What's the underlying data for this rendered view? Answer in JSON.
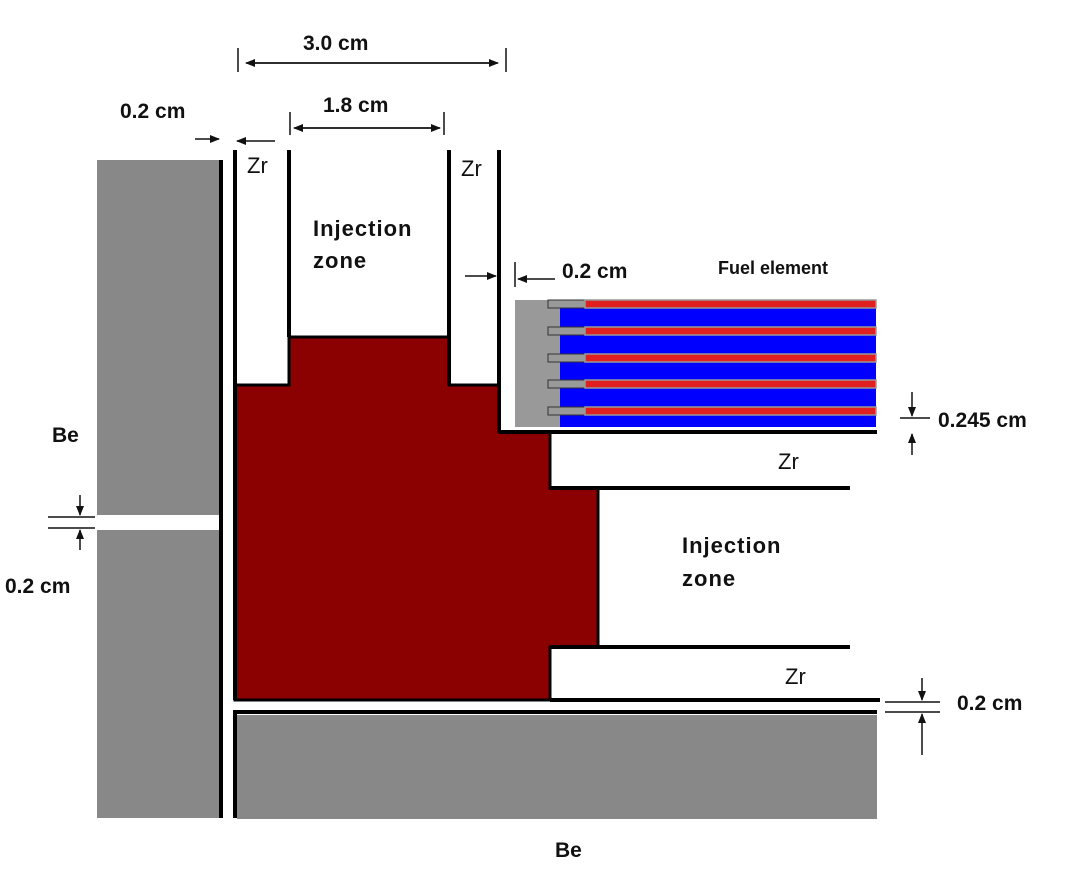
{
  "colors": {
    "beryllium": "#888888",
    "melt": "#8b0000",
    "fuel_meat": "#0000ff",
    "cladding": "#e02020",
    "end_plug": "#999999"
  },
  "labels": {
    "dim_3cm": "3.0 cm",
    "dim_1_8cm": "1.8 cm",
    "dim_0_2cm_top": "0.2 cm",
    "dim_0_2cm_fuel": "0.2 cm",
    "dim_0_245cm": "0.245 cm",
    "dim_0_2cm_left": "0.2 cm",
    "dim_0_2cm_bottom": "0.2 cm",
    "zr_top_left": "Zr",
    "zr_top_right": "Zr",
    "zr_mid": "Zr",
    "zr_low": "Zr",
    "injection_top_1": "Injection",
    "injection_top_2": "zone",
    "injection_right_1": "Injection",
    "injection_right_2": "zone",
    "fuel_element": "Fuel element",
    "be_left": "Be",
    "be_bottom": "Be"
  }
}
